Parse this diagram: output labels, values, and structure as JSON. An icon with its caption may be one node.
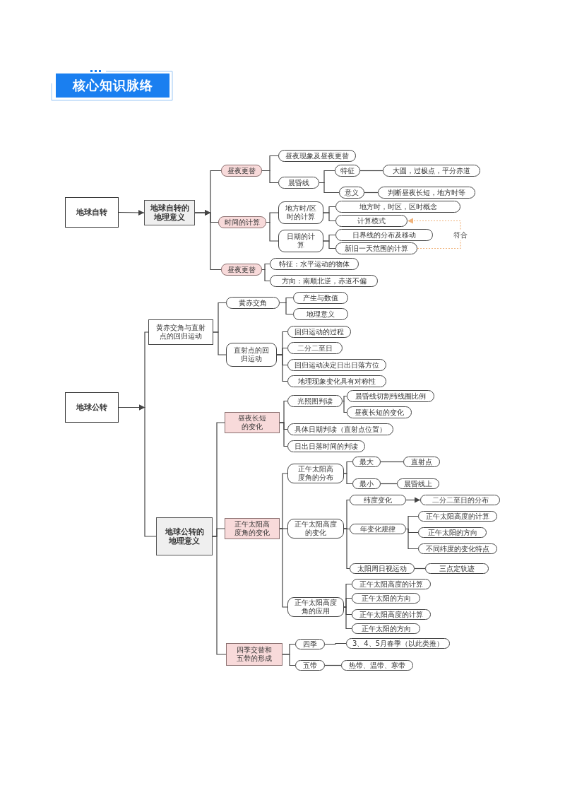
{
  "diagram": {
    "title": "核心知识脉络",
    "nodes": [
      {
        "text": [
          "地球自转"
        ]
      },
      {
        "text": [
          "地球自转的地理意义"
        ]
      },
      {
        "text": [
          "昼夜更替"
        ]
      },
      {
        "text": [
          "昼夜现象及昼夜更替"
        ]
      },
      {
        "text": [
          "晨昏线"
        ]
      },
      {
        "text": [
          "特征"
        ]
      },
      {
        "text": [
          "大圆，过极点，平分赤道"
        ]
      },
      {
        "text": [
          "意义"
        ]
      },
      {
        "text": [
          "判断昼夜长短，地方时等"
        ]
      },
      {
        "text": [
          "时间的计算"
        ]
      },
      {
        "text": [
          "地方时/区时的计算"
        ]
      },
      {
        "text": [
          "地方时，时区，区时概念"
        ]
      },
      {
        "text": [
          "计算模式"
        ]
      },
      {
        "text": [
          "日期的计算"
        ]
      },
      {
        "text": [
          "日界线的分布及移动"
        ]
      },
      {
        "text": [
          "新旧一天范围的计算"
        ]
      },
      {
        "text": [
          "昼夜更替"
        ]
      },
      {
        "text": [
          "特征：水平运动的物体"
        ]
      },
      {
        "text": [
          "方向：南顺北逆，赤道不偏"
        ]
      },
      {
        "text": [
          "地球公转"
        ]
      },
      {
        "text": [
          "黄赤交角与直射点的回归运动"
        ]
      },
      {
        "text": [
          "黄赤交角"
        ]
      },
      {
        "text": [
          "产生与数值"
        ]
      },
      {
        "text": [
          "地理意义"
        ]
      },
      {
        "text": [
          "直射点的回归运动"
        ]
      },
      {
        "text": [
          "回归运动的过程"
        ]
      },
      {
        "text": [
          "二分二至日"
        ]
      },
      {
        "text": [
          "回归运动决定日出日落方位"
        ]
      },
      {
        "text": [
          "地理现象变化具有对称性"
        ]
      },
      {
        "text": [
          "地球公转的地理意义"
        ]
      },
      {
        "text": [
          "昼夜长短的变化"
        ]
      },
      {
        "text": [
          "光照图判读"
        ]
      },
      {
        "text": [
          "晨昏线切割纬线圈比例"
        ]
      },
      {
        "text": [
          "昼夜长短的变化"
        ]
      },
      {
        "text": [
          "具体日期判读（直射点位置）"
        ]
      },
      {
        "text": [
          "日出日落时间的判读"
        ]
      },
      {
        "text": [
          "正午太阳高度角的变化"
        ]
      },
      {
        "text": [
          "正午太阳高度角的分布"
        ]
      },
      {
        "text": [
          "最大"
        ]
      },
      {
        "text": [
          "直射点"
        ]
      },
      {
        "text": [
          "最小"
        ]
      },
      {
        "text": [
          "晨昏线上"
        ]
      },
      {
        "text": [
          "正午太阳高度的变化"
        ]
      },
      {
        "text": [
          "纬度变化"
        ]
      },
      {
        "text": [
          "二分二至日的分布"
        ]
      },
      {
        "text": [
          "年变化规律"
        ]
      },
      {
        "text": [
          "正午太阳高度的计算"
        ]
      },
      {
        "text": [
          "正午太阳的方向"
        ]
      },
      {
        "text": [
          "不同纬度的变化特点"
        ]
      },
      {
        "text": [
          "太阳周日视运动"
        ]
      },
      {
        "text": [
          "三点定轨迹"
        ]
      },
      {
        "text": [
          "正午太阳高度角的应用"
        ]
      },
      {
        "text": [
          "正午太阳高度的计算"
        ]
      },
      {
        "text": [
          "正午太阳的方向"
        ]
      },
      {
        "text": [
          "正午太阳高度的计算"
        ]
      },
      {
        "text": [
          "正午太阳的方向"
        ]
      },
      {
        "text": [
          "四季交替和五带的形成"
        ]
      },
      {
        "text": [
          "四季"
        ]
      },
      {
        "text": [
          "3、4、5月春季（以此类推）"
        ]
      },
      {
        "text": [
          "五带"
        ]
      },
      {
        "text": [
          "热带、温带、寒带"
        ]
      }
    ],
    "edges": [
      {
        "from": 0,
        "to": 1,
        "arrow": "to"
      },
      {
        "from": 1,
        "to": 2,
        "arrow": "to"
      },
      {
        "from": 1,
        "to": 9,
        "arrow": "to"
      },
      {
        "from": 1,
        "to": 16,
        "arrow": "to"
      },
      {
        "from": 2,
        "to": 3,
        "arrow": "none"
      },
      {
        "from": 2,
        "to": 4,
        "arrow": "none"
      },
      {
        "from": 4,
        "to": 5,
        "arrow": "none"
      },
      {
        "from": 4,
        "to": 7,
        "arrow": "none"
      },
      {
        "from": 5,
        "to": 6,
        "arrow": "none"
      },
      {
        "from": 7,
        "to": 8,
        "arrow": "none"
      },
      {
        "from": 9,
        "to": 10,
        "arrow": "none"
      },
      {
        "from": 9,
        "to": 13,
        "arrow": "none"
      },
      {
        "from": 10,
        "to": 11,
        "arrow": "none"
      },
      {
        "from": 10,
        "to": 12,
        "arrow": "none"
      },
      {
        "from": 13,
        "to": 14,
        "arrow": "none"
      },
      {
        "from": 13,
        "to": 15,
        "arrow": "none"
      },
      {
        "from": 15,
        "to": 12,
        "arrow": "to",
        "label": "符合",
        "style": "dashed",
        "color": "#f0b27a"
      },
      {
        "from": 16,
        "to": 17,
        "arrow": "none"
      },
      {
        "from": 16,
        "to": 18,
        "arrow": "none"
      },
      {
        "from": 19,
        "to": 20,
        "arrow": "to"
      },
      {
        "from": 19,
        "to": 29,
        "arrow": "to"
      },
      {
        "from": 20,
        "to": 21,
        "arrow": "none"
      },
      {
        "from": 20,
        "to": 24,
        "arrow": "none"
      },
      {
        "from": 21,
        "to": 22,
        "arrow": "none"
      },
      {
        "from": 21,
        "to": 23,
        "arrow": "none"
      },
      {
        "from": 24,
        "to": 25,
        "arrow": "none"
      },
      {
        "from": 24,
        "to": 26,
        "arrow": "none"
      },
      {
        "from": 24,
        "to": 27,
        "arrow": "none"
      },
      {
        "from": 24,
        "to": 28,
        "arrow": "none"
      },
      {
        "from": 29,
        "to": 30,
        "arrow": "none"
      },
      {
        "from": 29,
        "to": 36,
        "arrow": "none"
      },
      {
        "from": 29,
        "to": 56,
        "arrow": "none"
      },
      {
        "from": 30,
        "to": 31,
        "arrow": "none"
      },
      {
        "from": 30,
        "to": 34,
        "arrow": "none"
      },
      {
        "from": 30,
        "to": 35,
        "arrow": "none"
      },
      {
        "from": 31,
        "to": 32,
        "arrow": "none"
      },
      {
        "from": 31,
        "to": 33,
        "arrow": "none"
      },
      {
        "from": 36,
        "to": 37,
        "arrow": "none"
      },
      {
        "from": 36,
        "to": 42,
        "arrow": "none"
      },
      {
        "from": 36,
        "to": 51,
        "arrow": "none"
      },
      {
        "from": 37,
        "to": 38,
        "arrow": "none"
      },
      {
        "from": 37,
        "to": 40,
        "arrow": "none"
      },
      {
        "from": 38,
        "to": 39,
        "arrow": "none"
      },
      {
        "from": 40,
        "to": 41,
        "arrow": "none"
      },
      {
        "from": 42,
        "to": 43,
        "arrow": "none"
      },
      {
        "from": 42,
        "to": 45,
        "arrow": "none"
      },
      {
        "from": 42,
        "to": 49,
        "arrow": "none"
      },
      {
        "from": 43,
        "to": 44,
        "arrow": "to"
      },
      {
        "from": 45,
        "to": 46,
        "arrow": "none"
      },
      {
        "from": 45,
        "to": 47,
        "arrow": "none"
      },
      {
        "from": 45,
        "to": 48,
        "arrow": "none"
      },
      {
        "from": 49,
        "to": 50,
        "arrow": "none"
      },
      {
        "from": 51,
        "to": 52,
        "arrow": "none"
      },
      {
        "from": 51,
        "to": 53,
        "arrow": "none"
      },
      {
        "from": 51,
        "to": 54,
        "arrow": "none"
      },
      {
        "from": 51,
        "to": 55,
        "arrow": "none"
      },
      {
        "from": 56,
        "to": 57,
        "arrow": "none"
      },
      {
        "from": 56,
        "to": 59,
        "arrow": "none"
      },
      {
        "from": 57,
        "to": 58,
        "arrow": "none"
      },
      {
        "from": 59,
        "to": 60,
        "arrow": "none"
      }
    ]
  }
}
